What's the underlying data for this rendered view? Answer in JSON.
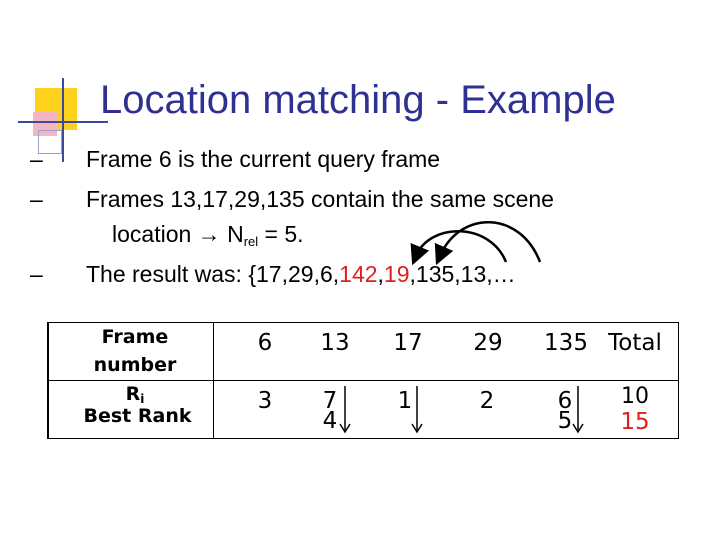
{
  "slide": {
    "title": "Location matching - Example",
    "bullets": [
      {
        "dash": "–",
        "text": "Frame 6 is the current query frame"
      },
      {
        "dash": "–",
        "line1": "Frames 13,17,29,135 contain the same scene",
        "line2_pre": "location ",
        "line2_arrow": "→",
        "line2_n": "N",
        "line2_sub": "rel",
        "line2_post": " = 5."
      },
      {
        "dash": "–",
        "pre": "The result was: {17,29,6,",
        "red1": "142",
        "mid": ",",
        "red2": "19",
        "post": ",135,13,…"
      }
    ]
  },
  "table": {
    "header_label_line1": "Frame",
    "header_label_line2": "number",
    "row2_label_top": "R",
    "row2_label_sub": "i",
    "row2_label_bottom": "Best Rank",
    "frames": [
      "6",
      "13",
      "17",
      "29",
      "135"
    ],
    "total_label": "Total",
    "ri_values": [
      "3",
      "7",
      "1",
      "2",
      "6",
      "10"
    ],
    "best_rank_values": [
      "",
      "4",
      "",
      "",
      "5",
      "15"
    ],
    "colors": {
      "best_rank_total": "#e01e1e",
      "title": "#2e3192"
    }
  }
}
